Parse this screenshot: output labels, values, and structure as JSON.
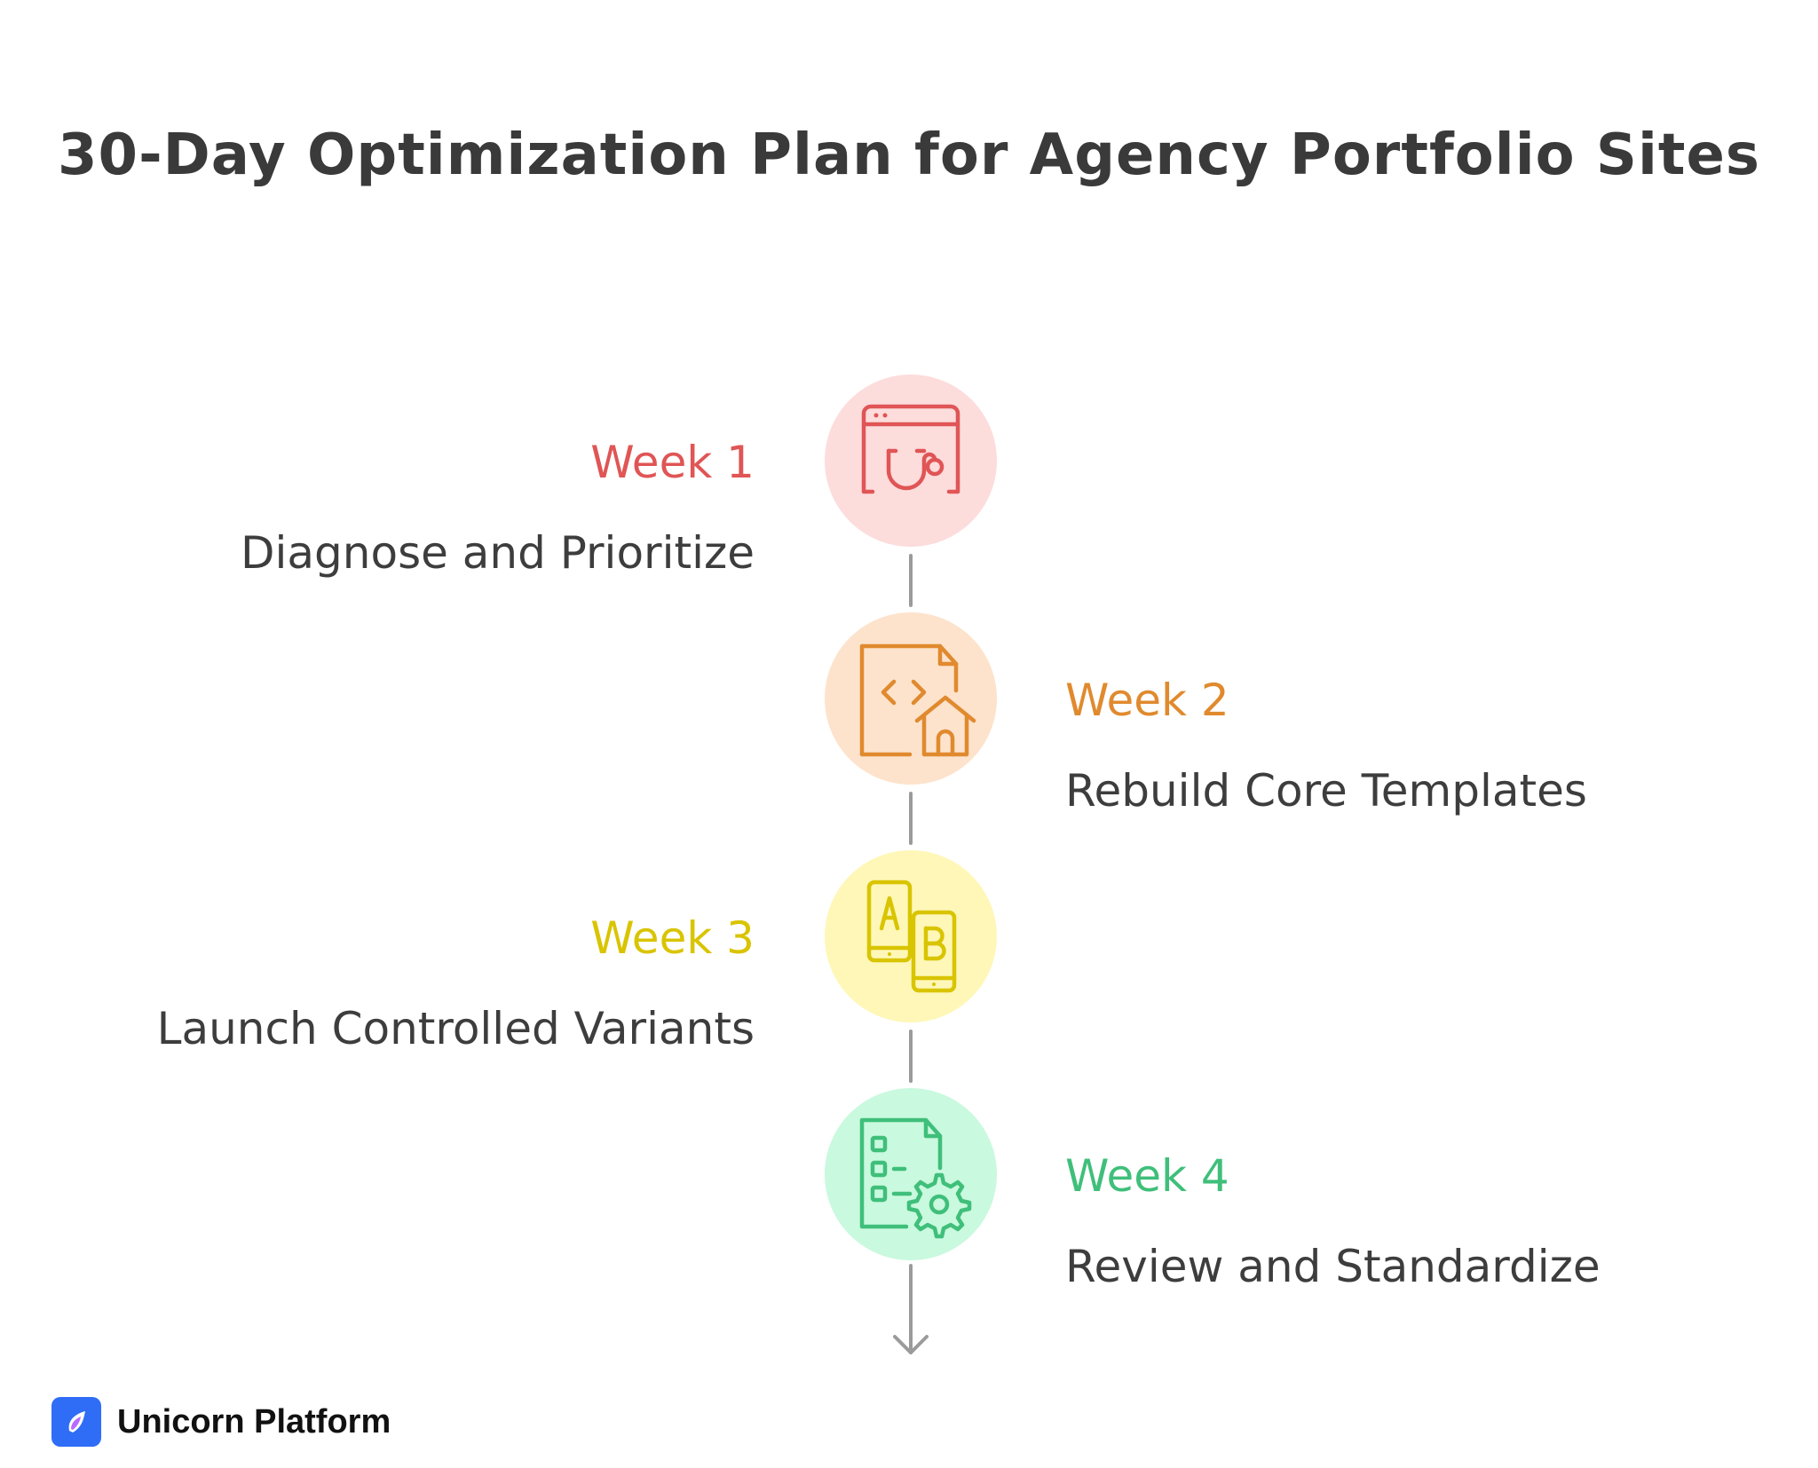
{
  "title": "30-Day Optimization Plan for Agency Portfolio Sites",
  "steps": [
    {
      "week": "Week 1",
      "description": "Diagnose and Prioritize",
      "icon": "browser-stethoscope-icon",
      "color": "#e05555",
      "background": "#fddcdc"
    },
    {
      "week": "Week 2",
      "description": "Rebuild Core Templates",
      "icon": "code-file-home-icon",
      "color": "#e08a2e",
      "background": "#fde3cc"
    },
    {
      "week": "Week 3",
      "description": "Launch Controlled Variants",
      "icon": "ab-test-phones-icon",
      "color": "#d9c400",
      "background": "#fef7b8"
    },
    {
      "week": "Week 4",
      "description": "Review and Standardize",
      "icon": "checklist-gear-icon",
      "color": "#3fbf7a",
      "background": "#c9f9de"
    }
  ],
  "connector_color": "#9b9b9b",
  "brand": {
    "name": "Unicorn Platform",
    "logo_color": "#2f6df6"
  }
}
